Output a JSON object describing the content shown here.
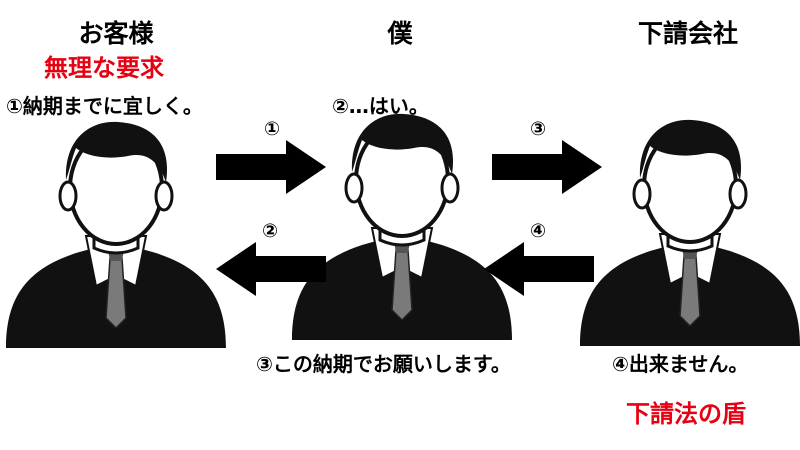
{
  "actors": {
    "left": {
      "title": "お客様",
      "demand": "無理な要求",
      "line": "①納期までに宜しく。"
    },
    "center": {
      "title": "僕",
      "line_top": "②…はい。",
      "line_bottom": "③この納期でお願いします。"
    },
    "right": {
      "title": "下請会社",
      "line": "④出来ません。",
      "shield": "下請法の盾"
    }
  },
  "arrows": {
    "a1": {
      "label": "①",
      "direction": "right"
    },
    "a2": {
      "label": "②",
      "direction": "left"
    },
    "a3": {
      "label": "③",
      "direction": "right"
    },
    "a4": {
      "label": "④",
      "direction": "left"
    }
  },
  "colors": {
    "accent": "#e60012",
    "figure": "#111111",
    "arrow": "#000000"
  },
  "icons": {
    "person": "businessman-silhouette-icon",
    "arrow": "block-arrow-icon"
  }
}
